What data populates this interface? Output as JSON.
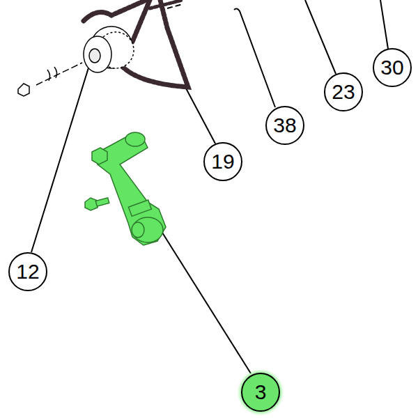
{
  "diagram": {
    "labels": [
      "30",
      "23",
      "38",
      "19",
      "12",
      "3"
    ]
  }
}
